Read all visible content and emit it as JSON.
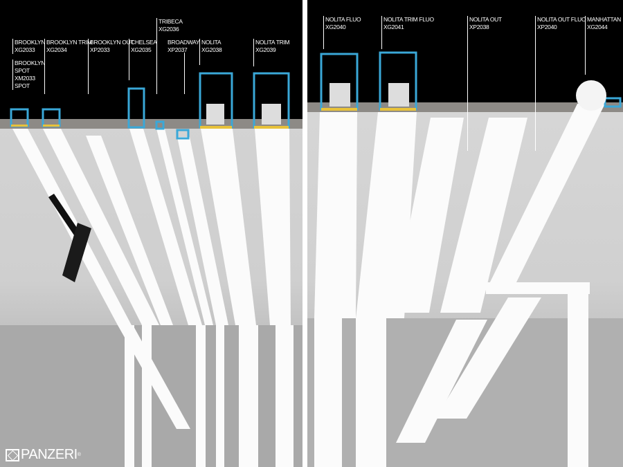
{
  "left_panel": {
    "labels": [
      {
        "name": "BROOKLYN",
        "code": "XG2033"
      },
      {
        "name": "BROOKLYN SPOT",
        "code": "XM2033 SPOT"
      },
      {
        "name": "BROOKLYN TRIM",
        "code": "XG2034"
      },
      {
        "name": "BROOKLYN OUT",
        "code": "XP2033"
      },
      {
        "name": "CHELSEA",
        "code": "XG2035"
      },
      {
        "name": "TRIBECA",
        "code": "XG2036"
      },
      {
        "name": "BROADWAY",
        "code": "XP2037"
      },
      {
        "name": "NOLITA",
        "code": "XG2038"
      },
      {
        "name": "NOLITA TRIM",
        "code": "XG2039"
      }
    ],
    "logo": "PANZERI",
    "logo_mark": "®"
  },
  "right_panel": {
    "labels": [
      {
        "name": "NOLITA FLUO",
        "code": "XG2040"
      },
      {
        "name": "NOLITA TRIM FLUO",
        "code": "XG2041"
      },
      {
        "name": "NOLITA OUT",
        "code": "XP2038"
      },
      {
        "name": "NOLITA OUT FLUO",
        "code": "XP2040"
      },
      {
        "name": "MANHATTAN",
        "code": "XG2044"
      }
    ]
  },
  "colors": {
    "profile": "#3aa8d8",
    "led": "#e8c23a",
    "ceiling": "#000000"
  }
}
